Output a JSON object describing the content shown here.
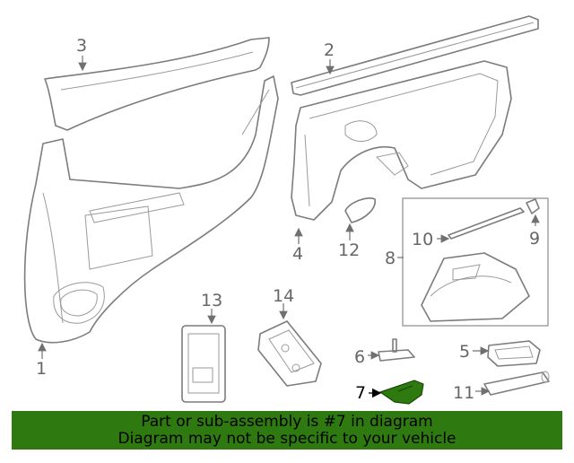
{
  "diagram": {
    "callouts": [
      "1",
      "2",
      "3",
      "4",
      "5",
      "6",
      "7",
      "8",
      "9",
      "10",
      "11",
      "12",
      "13",
      "14"
    ],
    "highlighted_part": "7",
    "highlight_color": "#2f7a10"
  },
  "banner": {
    "line1": "Part or sub-assembly is #7 in diagram",
    "line2": "Diagram may not be specific to your vehicle",
    "background": "#2f7a10"
  }
}
